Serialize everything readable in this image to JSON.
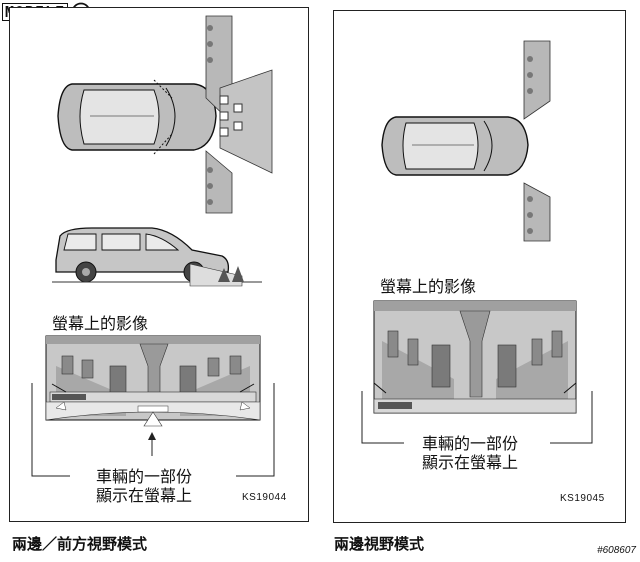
{
  "logo": {
    "text": "MOBILE",
    "icon": "car-badge-icon"
  },
  "left": {
    "screen_label": "螢幕上的影像",
    "note_line1": "車輛的一部份",
    "note_line2": "顯示在螢幕上",
    "code": "KS19044",
    "caption": "兩邊／前方視野模式"
  },
  "right": {
    "screen_label": "螢幕上的影像",
    "note_line1": "車輛的一部份",
    "note_line2": "顯示在螢幕上",
    "code": "KS19045",
    "caption": "兩邊視野模式"
  },
  "watermark": "#608607",
  "colors": {
    "screen_bg": "#c8c8c8",
    "post": "#8a8a8a",
    "dot": "#777777",
    "line": "#222222"
  }
}
